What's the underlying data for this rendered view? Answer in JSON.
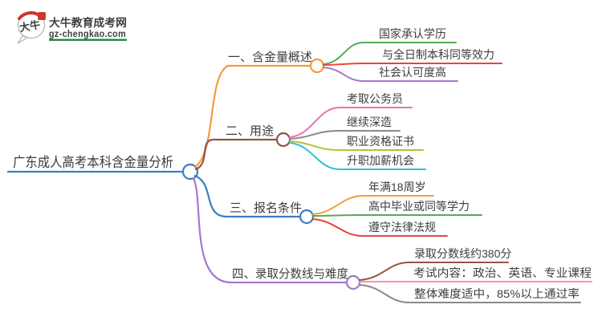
{
  "logo": {
    "icon_text": "大牛",
    "title": "大牛教育成考网",
    "url": "gz-chengkao.com",
    "brand_green": "#1e8540",
    "seal_red": "#d0362a",
    "bubble_gray": "#b9bdc2",
    "ink_black": "#1a1a1a"
  },
  "text_color": "#3d3d3d",
  "canvas_bg": "#ffffff",
  "root": {
    "label": "广东成人高考本科含金量分析",
    "color": "#3b7ec2"
  },
  "branches": [
    {
      "label": "一、含金量概述",
      "color": "#f59b3c",
      "children": [
        {
          "label": "国家承认学历",
          "color": "#56ab56"
        },
        {
          "label": "与全日制本科同等效力",
          "color": "#e8443c"
        },
        {
          "label": "社会认可度高",
          "color": "#a678cc"
        }
      ]
    },
    {
      "label": "二、用途",
      "color": "#8f5549",
      "children": [
        {
          "label": "考取公务员",
          "color": "#f06eb4"
        },
        {
          "label": "继续深造",
          "color": "#8a8a8a"
        },
        {
          "label": "职业资格证书",
          "color": "#b9bf35"
        },
        {
          "label": "升职加薪机会",
          "color": "#2fc1d4"
        }
      ]
    },
    {
      "label": "三、报名条件",
      "color": "#3b7ec2",
      "children": [
        {
          "label": "年满18周岁",
          "color": "#f59b3c"
        },
        {
          "label": "高中毕业或同等学力",
          "color": "#56ab56"
        },
        {
          "label": "遵守法律法规",
          "color": "#e8443c"
        }
      ]
    },
    {
      "label": "四、录取分数线与难度",
      "color": "#a678cc",
      "children": [
        {
          "label": "录取分数线约380分",
          "color": "#96544a"
        },
        {
          "label": "考试内容：政治、英语、专业课程",
          "color": "#f591c5"
        },
        {
          "label": "整体难度适中，85%以上通过率",
          "color": "#8a8a8a"
        }
      ]
    }
  ]
}
